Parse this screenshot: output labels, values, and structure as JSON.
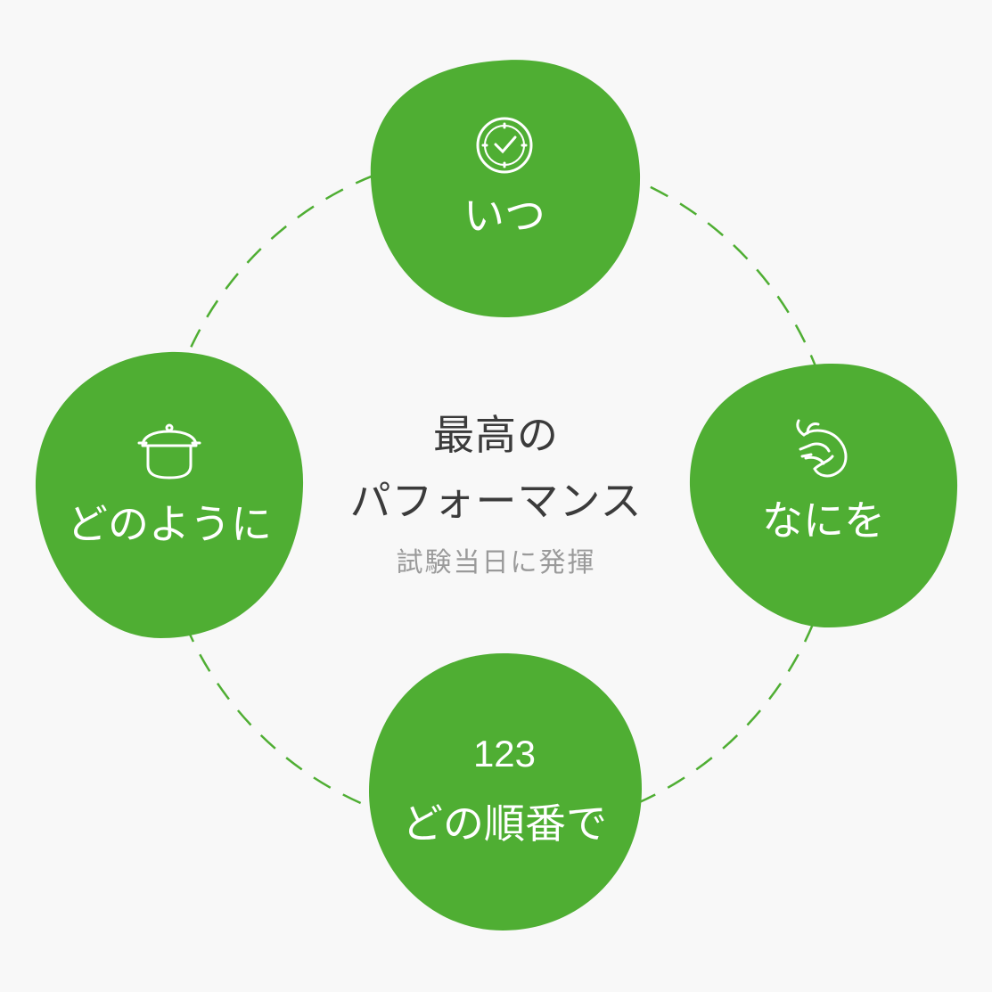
{
  "center": {
    "title_line1": "最高の",
    "title_line2": "パフォーマンス",
    "subtitle": "試験当日に発揮"
  },
  "nodes": {
    "when": {
      "label": "いつ",
      "icon": "clock-icon"
    },
    "what": {
      "label": "なにを",
      "icon": "shrimp-icon"
    },
    "how": {
      "label": "どのように",
      "icon": "pot-icon"
    },
    "order": {
      "label": "どの順番で",
      "number": "123"
    }
  },
  "colors": {
    "node_fill": "#4fae33",
    "dashed_ring": "#4fae33",
    "title": "#3b3b3b",
    "subtitle": "#9a9a9a",
    "background": "#f8f8f8"
  }
}
